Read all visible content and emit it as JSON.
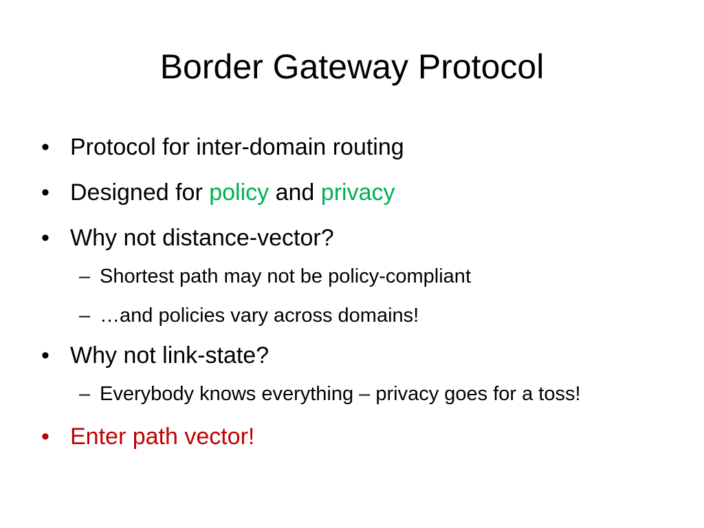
{
  "title": "Border Gateway Protocol",
  "bullets": {
    "b1": "Protocol for inter-domain routing",
    "b2_pre": "Designed for ",
    "b2_policy": "policy",
    "b2_and": " and ",
    "b2_privacy": "privacy",
    "b3": "Why not distance-vector?",
    "b3_sub1": "Shortest path may not be policy-compliant",
    "b3_sub2": "…and policies vary across domains!",
    "b4": "Why not link-state?",
    "b4_sub1": "Everybody knows everything – privacy goes for a toss!",
    "b5": "Enter path vector!"
  },
  "markers": {
    "bullet": "•",
    "dash": "–"
  },
  "colors": {
    "highlight_green": "#00b050",
    "emphasis_red": "#c00000"
  }
}
